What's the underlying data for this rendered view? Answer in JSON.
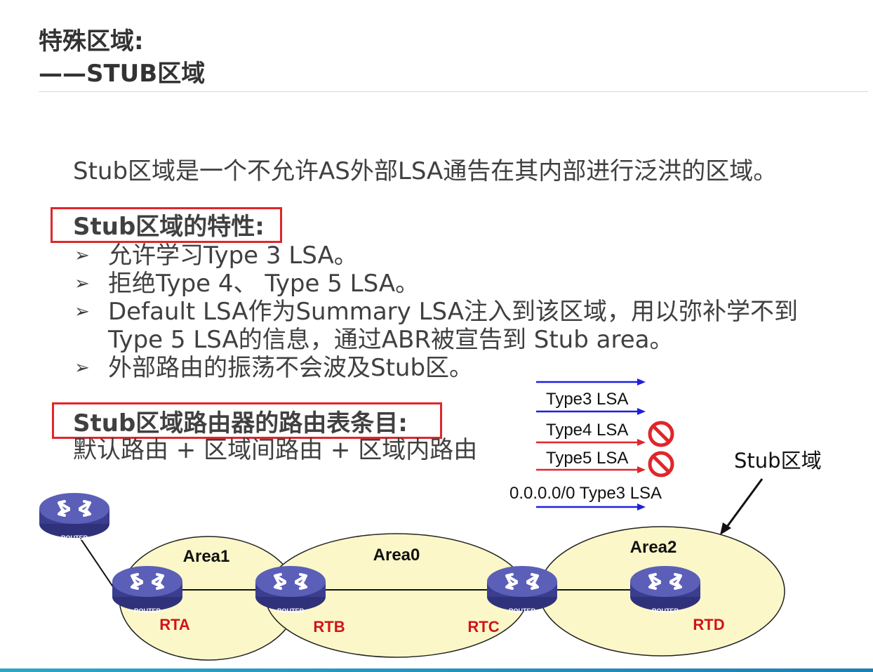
{
  "title": {
    "line1": "特殊区域:",
    "line2": "——STUB区域"
  },
  "intro": "Stub区域是一个不允许AS外部LSA通告在其内部进行泛洪的区域。",
  "properties": {
    "heading": "Stub区域的特性:",
    "bullets": [
      "允许学习Type 3 LSA。",
      "拒绝Type 4、 Type 5 LSA。",
      "Default LSA作为Summary LSA注入到该区域，用以弥补学不到",
      "Type 5 LSA的信息，通过ABR被宣告到 Stub area。",
      "外部路由的振荡不会波及Stub区。"
    ]
  },
  "routing_table": {
    "heading": "Stub区域路由器的路由表条目:",
    "entries": "默认路由 + 区域间路由 + 区域内路由"
  },
  "lsa_legend": {
    "type3": "Type3 LSA",
    "type4": "Type4 LSA",
    "type5": "Type5 LSA",
    "default": "0.0.0.0/0 Type3 LSA"
  },
  "stub_label": "Stub区域",
  "areas": {
    "area1": "Area1",
    "area0": "Area0",
    "area2": "Area2"
  },
  "routers": {
    "device_label": "ROUTER",
    "rta": "RTA",
    "rtb": "RTB",
    "rtc": "RTC",
    "rtd": "RTD"
  },
  "colors": {
    "red_box": "#e0262b",
    "allowed_arrow": "#1f1fe0",
    "blocked_arrow": "#e0262b",
    "area_fill": "#fbf7c8",
    "router_body": "#4b4ea5",
    "label_red": "#d0141b"
  }
}
